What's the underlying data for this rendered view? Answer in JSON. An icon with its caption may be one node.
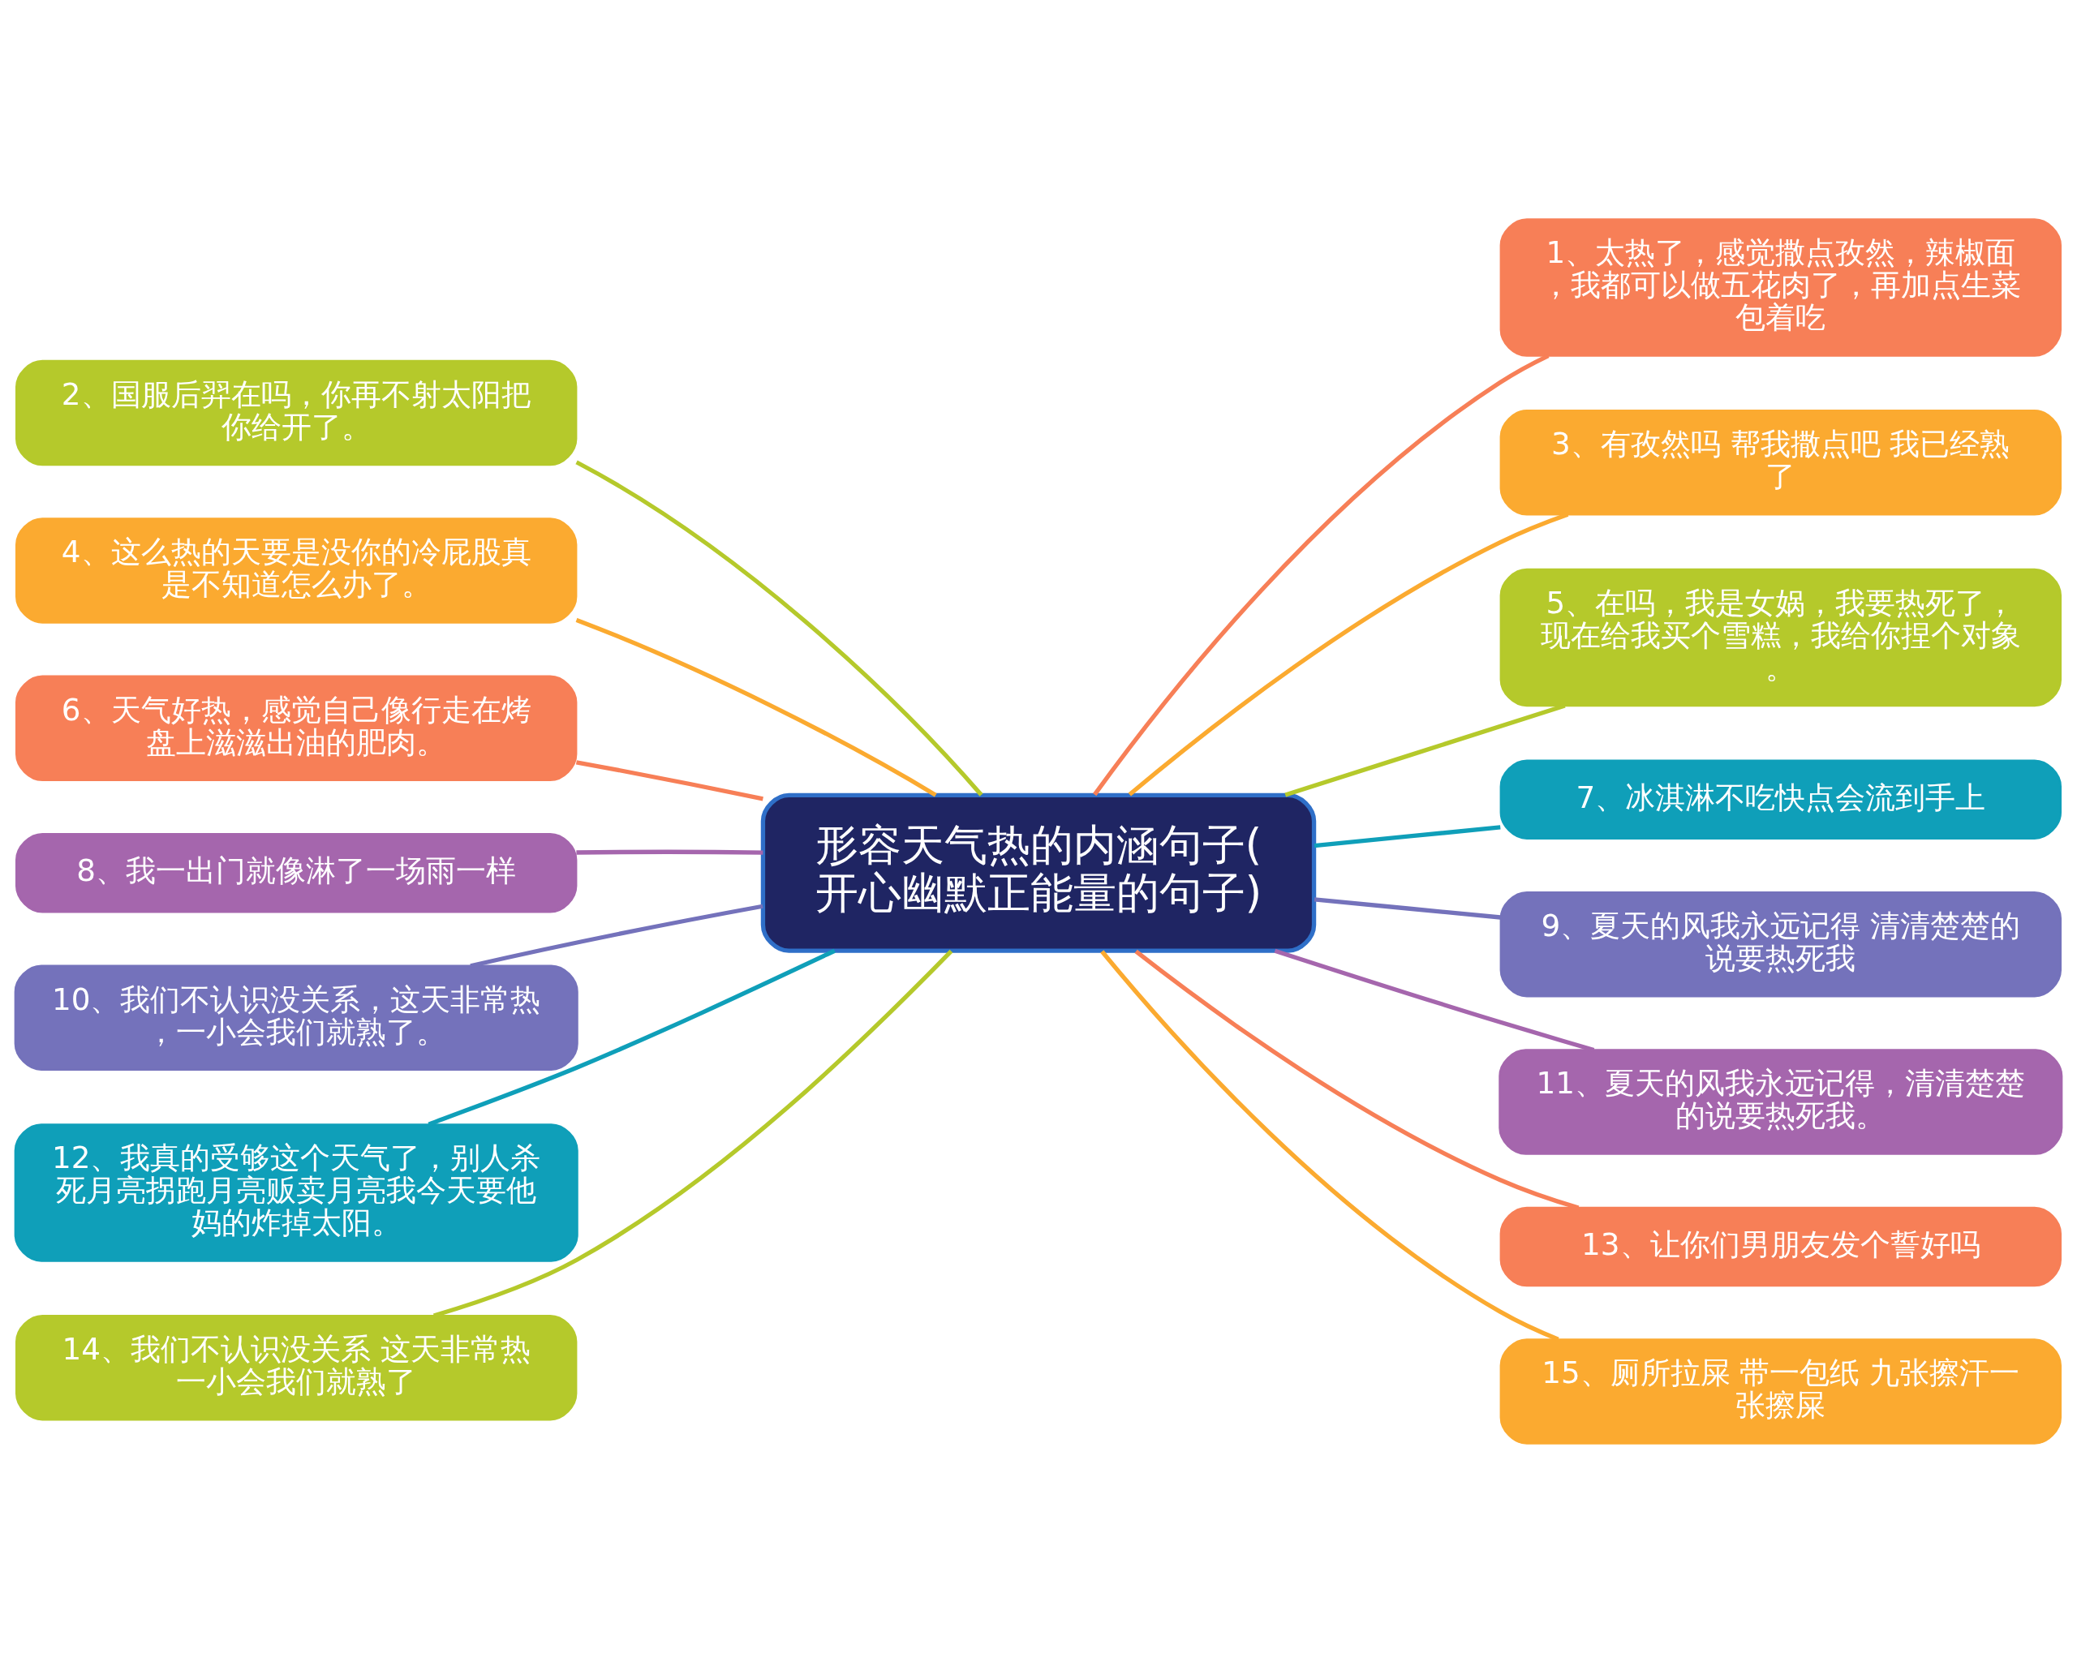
{
  "diagram": {
    "nodes": [
      {
        "text": [
          "形容天气热的内涵句子(开心幽默正能量的句子)"
        ]
      },
      {
        "text": [
          "1、太热了，感觉撒点孜然，辣椒面，我都可以做五花肉了，再加点生菜包着吃"
        ]
      },
      {
        "text": [
          "2、国服后羿在吗，你再不射太阳把你给开了。"
        ]
      },
      {
        "text": [
          "3、有孜然吗 帮我撒点吧 我已经熟了"
        ]
      },
      {
        "text": [
          "4、这么热的天要是没你的冷屁股真是不知道怎么办了。"
        ]
      },
      {
        "text": [
          "5、在吗，我是女娲，我要热死了，现在给我买个雪糕，我给你捏个对象。"
        ]
      },
      {
        "text": [
          "6、天气好热，感觉自己像行走在烤盘上滋滋出油的肥肉。"
        ]
      },
      {
        "text": [
          "7、冰淇淋不吃快点会流到手上"
        ]
      },
      {
        "text": [
          "8、我一出门就像淋了一场雨一样"
        ]
      },
      {
        "text": [
          "9、夏天的风我永远记得 清清楚楚的说要热死我"
        ]
      },
      {
        "text": [
          "10、我们不认识没关系，这天非常热，一小会我们就熟了。"
        ]
      },
      {
        "text": [
          "11、夏天的风我永远记得，清清楚楚的说要热死我。"
        ]
      },
      {
        "text": [
          "12、我真的受够这个天气了，别人杀死月亮拐跑月亮贩卖月亮我今天要他妈的炸掉太阳。"
        ]
      },
      {
        "text": [
          "13、让你们男朋友发个誓好吗"
        ]
      },
      {
        "text": [
          "14、我们不认识没关系 这天非常热一小会我们就熟了"
        ]
      },
      {
        "text": [
          "15、厕所拉屎 带一包纸 九张擦汗一张擦屎"
        ]
      }
    ],
    "edges": [
      {
        "from": 0,
        "to": 1,
        "arrow": "none",
        "color": "#f77f57"
      },
      {
        "from": 0,
        "to": 2,
        "arrow": "none",
        "color": "#b5c92b"
      },
      {
        "from": 0,
        "to": 3,
        "arrow": "none",
        "color": "#fbaa30"
      },
      {
        "from": 0,
        "to": 4,
        "arrow": "none",
        "color": "#fbaa30"
      },
      {
        "from": 0,
        "to": 5,
        "arrow": "none",
        "color": "#b5c92b"
      },
      {
        "from": 0,
        "to": 6,
        "arrow": "none",
        "color": "#f77f57"
      },
      {
        "from": 0,
        "to": 7,
        "arrow": "none",
        "color": "#0f9fb9"
      },
      {
        "from": 0,
        "to": 8,
        "arrow": "none",
        "color": "#a566ad"
      },
      {
        "from": 0,
        "to": 9,
        "arrow": "none",
        "color": "#7472bb"
      },
      {
        "from": 0,
        "to": 10,
        "arrow": "none",
        "color": "#7472bb"
      },
      {
        "from": 0,
        "to": 11,
        "arrow": "none",
        "color": "#a566ad"
      },
      {
        "from": 0,
        "to": 12,
        "arrow": "none",
        "color": "#0f9fb9"
      },
      {
        "from": 0,
        "to": 13,
        "arrow": "none",
        "color": "#f77f57"
      },
      {
        "from": 0,
        "to": 14,
        "arrow": "none",
        "color": "#b5c92b"
      },
      {
        "from": 0,
        "to": 15,
        "arrow": "none",
        "color": "#fbaa30"
      }
    ]
  }
}
